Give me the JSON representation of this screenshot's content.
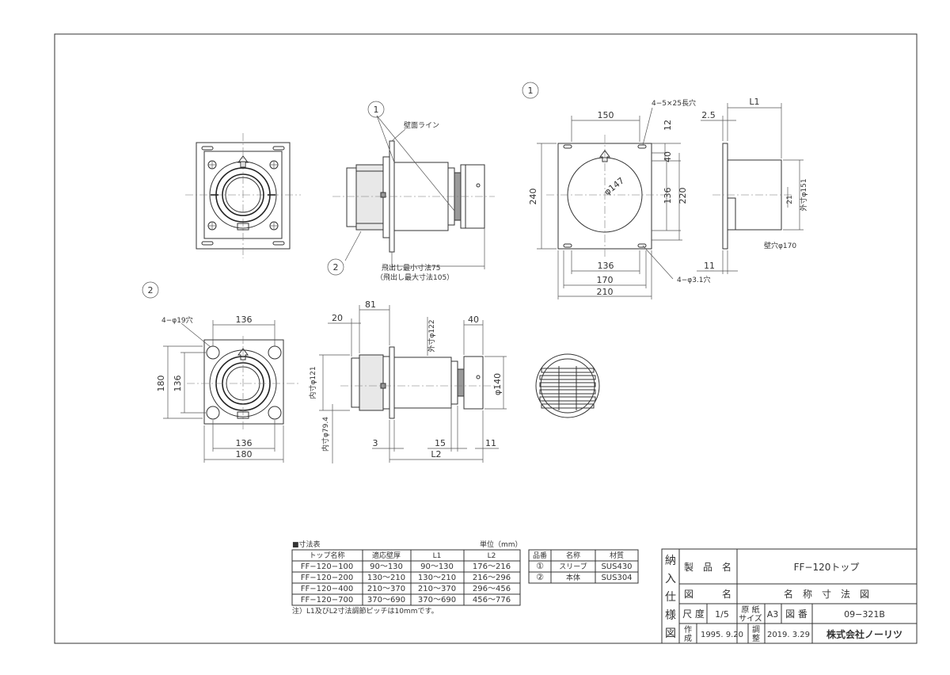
{
  "views": {
    "sleeve_label": "1",
    "body_label": "2",
    "front_view": {
      "label": "1"
    },
    "side_view": {
      "label_wall_line": "壁面ライン",
      "min_protrusion": "飛出し最小寸法75",
      "max_protrusion": "（飛出し最大寸法105）"
    },
    "sleeve_front": {
      "slot_note": "4−5×25長穴",
      "w150": "150",
      "d12": "12",
      "d40": "40",
      "h240": "240",
      "h136": "136",
      "h220": "220",
      "phi147": "φ147",
      "w136": "136",
      "w170": "170",
      "w210": "210",
      "hole_note": "4−φ3.1穴"
    },
    "sleeve_side": {
      "L1": "L1",
      "d2_5": "2.5",
      "d21": "21",
      "od151": "外寸φ151",
      "wall_hole": "壁穴φ170",
      "d11": "11"
    },
    "body_front": {
      "hole_note": "4−φ19穴",
      "w136_top": "136",
      "h180": "180",
      "h136": "136",
      "w136_bot": "136",
      "w180": "180"
    },
    "body_side": {
      "d81": "81",
      "d20": "20",
      "od122": "外寸φ122",
      "d40": "40",
      "id121": "内寸φ121",
      "id79_4": "内寸φ79.4",
      "phi140": "φ140",
      "d3": "3",
      "d15": "15",
      "d11": "11",
      "L2": "L2"
    }
  },
  "dimension_table": {
    "title": "■寸法表",
    "unit": "単位（mm）",
    "headers": [
      "トップ名称",
      "適応壁厚",
      "L1",
      "L2"
    ],
    "rows": [
      [
        "FF−120−100",
        "90〜130",
        "90〜130",
        "176〜216"
      ],
      [
        "FF−120−200",
        "130〜210",
        "130〜210",
        "216〜296"
      ],
      [
        "FF−120−400",
        "210〜370",
        "210〜370",
        "296〜456"
      ],
      [
        "FF−120−700",
        "370〜690",
        "370〜690",
        "456〜776"
      ]
    ],
    "note": "注）L1及びL2寸法調節ピッチは10mmです。"
  },
  "parts_table": {
    "headers": [
      "品番",
      "名称",
      "材質"
    ],
    "rows": [
      [
        "①",
        "スリーブ",
        "SUS430"
      ],
      [
        "②",
        "本体",
        "SUS304"
      ]
    ]
  },
  "title_block": {
    "side_label": [
      "納",
      "入",
      "仕",
      "様",
      "図"
    ],
    "product_label": "製　品　名",
    "product_value": "FF−120トップ",
    "drawing_label": "図　　　名",
    "drawing_value": "名　称　寸　法　図",
    "scale_label": "尺 度",
    "scale_value": "1/5",
    "paper_label_1": "原 紙",
    "paper_label_2": "サイズ",
    "paper_value": "A3",
    "number_label": "図 番",
    "number_value": "09−321B",
    "created_label_1": "作",
    "created_label_2": "成",
    "created_value": "1995. 9.20",
    "adjusted_label_1": "調",
    "adjusted_label_2": "整",
    "adjusted_value": "2019. 3.29",
    "company": "株式会社ノーリツ"
  }
}
